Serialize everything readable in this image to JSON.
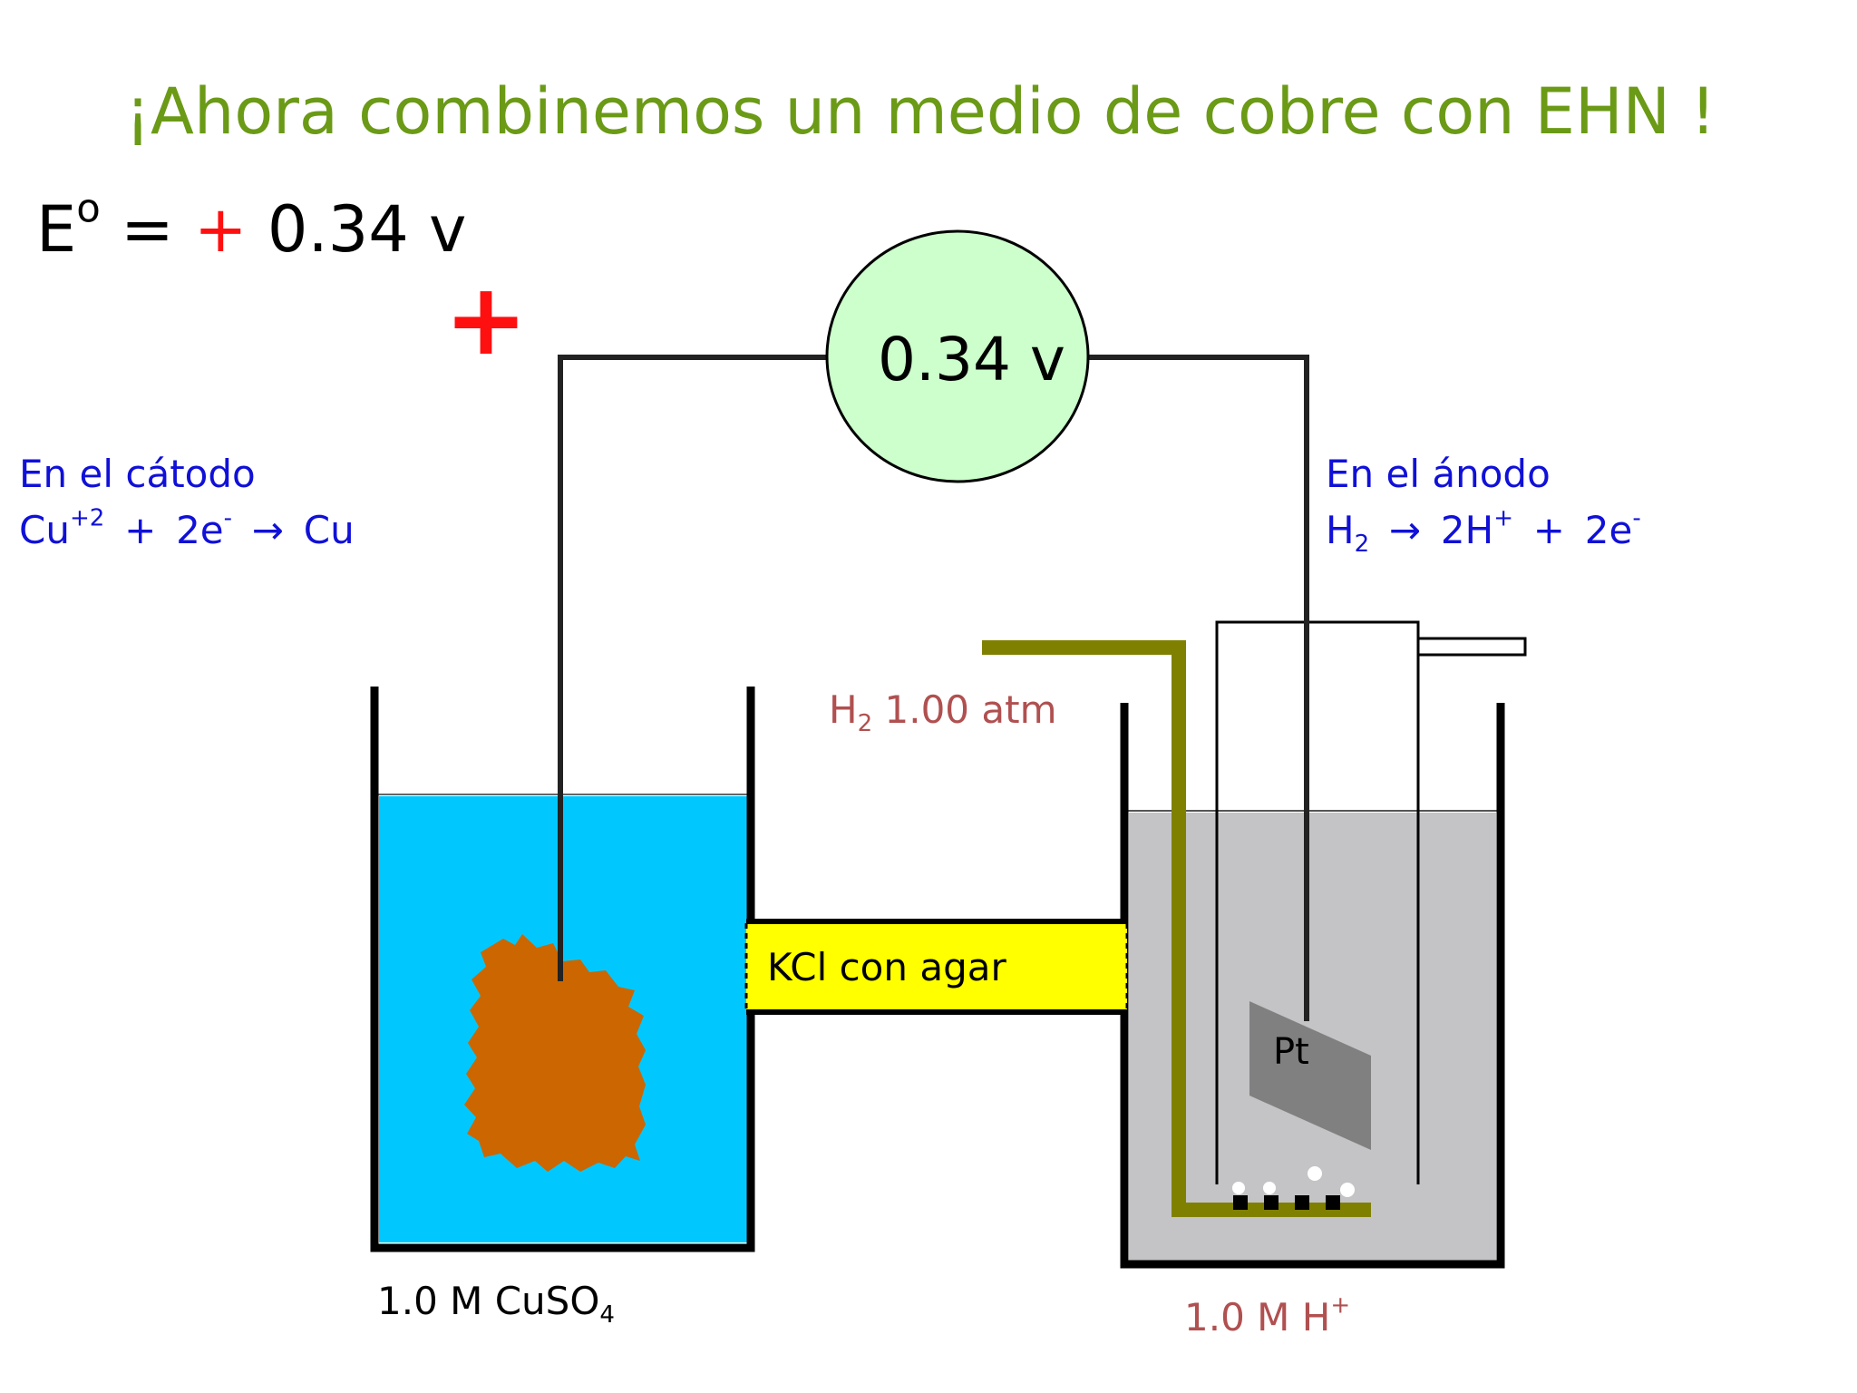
{
  "title": "¡Ahora combinemos un medio de cobre con EHN !",
  "standard_potential": {
    "symbol": "E",
    "superscript": "o",
    "equals": "=",
    "sign": "+",
    "value": "0.34 v"
  },
  "plus_marker": "+",
  "voltmeter": {
    "reading": "0.34 v"
  },
  "cathode": {
    "heading": "En el cátodo",
    "reaction": {
      "reactant": "Cu",
      "reactant_charge": "+2",
      "plus": "+",
      "electrons": "2e",
      "electron_charge": "-",
      "arrow": "→",
      "product": "Cu"
    }
  },
  "anode": {
    "heading": "En el ánodo",
    "reaction": {
      "reactant": "H",
      "reactant_subscript": "2",
      "arrow": "→",
      "product": "2H",
      "product_charge": "+",
      "plus": "+",
      "electrons": "2e",
      "electron_charge": "-"
    }
  },
  "hydrogen_gas": {
    "formula": "H",
    "subscript": "2",
    "pressure": "1.00 atm"
  },
  "salt_bridge": {
    "label": "KCl con agar"
  },
  "electrode_label": "Pt",
  "left_solution": {
    "text": "1.0 M CuSO",
    "subscript": "4"
  },
  "right_solution": {
    "text": "1.0 M H",
    "superscript": "+"
  },
  "colors": {
    "title": "#6b9a16",
    "cuso4_solution": "#00c8ff",
    "acid_solution": "#c4c4c6",
    "copper": "#cc6600",
    "voltmeter_fill": "#ccffcc",
    "salt_bridge": "#ffff00",
    "gas_tube": "#808000",
    "platinum": "#808080",
    "half_reaction_text": "#1010d8",
    "condition_text": "#b05050"
  }
}
